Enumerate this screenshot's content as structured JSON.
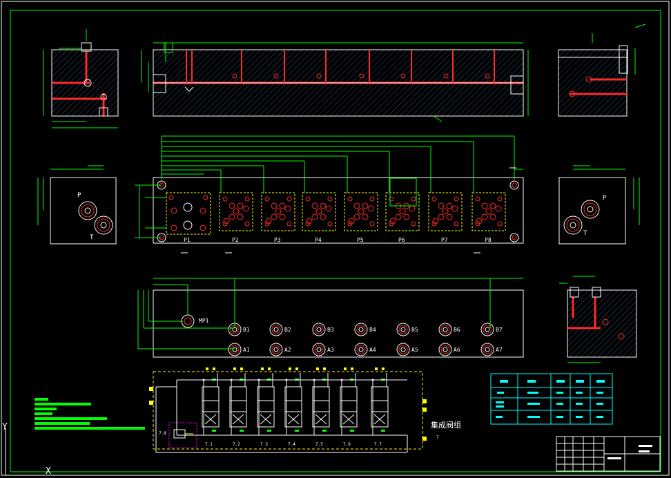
{
  "drawing": {
    "colors": {
      "background": "#000000",
      "outline": "#ffffff",
      "dimension": "#00ff00",
      "hatch": "#3a5a8a",
      "hole": "#ff2a2a",
      "hidden": "#ffff00",
      "table_cell": "#00ffff",
      "legend_bar": "#00ff00",
      "highlight": "#ff00ff"
    },
    "p_labels": [
      "P1",
      "P2",
      "P3",
      "P4",
      "P5",
      "P6",
      "P7",
      "P8"
    ],
    "b_labels": [
      "B1",
      "B2",
      "B3",
      "B4",
      "B5",
      "B6",
      "B7"
    ],
    "a_labels": [
      "A1",
      "A2",
      "A3",
      "A4",
      "A5",
      "A6",
      "A7"
    ],
    "mp_label": "MP1",
    "side_left": {
      "p": "P",
      "t": "T"
    },
    "side_right": {
      "p": "P",
      "t": "T"
    },
    "schematic_labels": [
      "7.1",
      "7.2",
      "7.3",
      "7.4",
      "7.5",
      "7.6",
      "7.7"
    ],
    "relief_label": "7.8",
    "assembly_title": "集成阀组",
    "assembly_number": "7",
    "axis_y": "Y",
    "axis_x": "X"
  }
}
